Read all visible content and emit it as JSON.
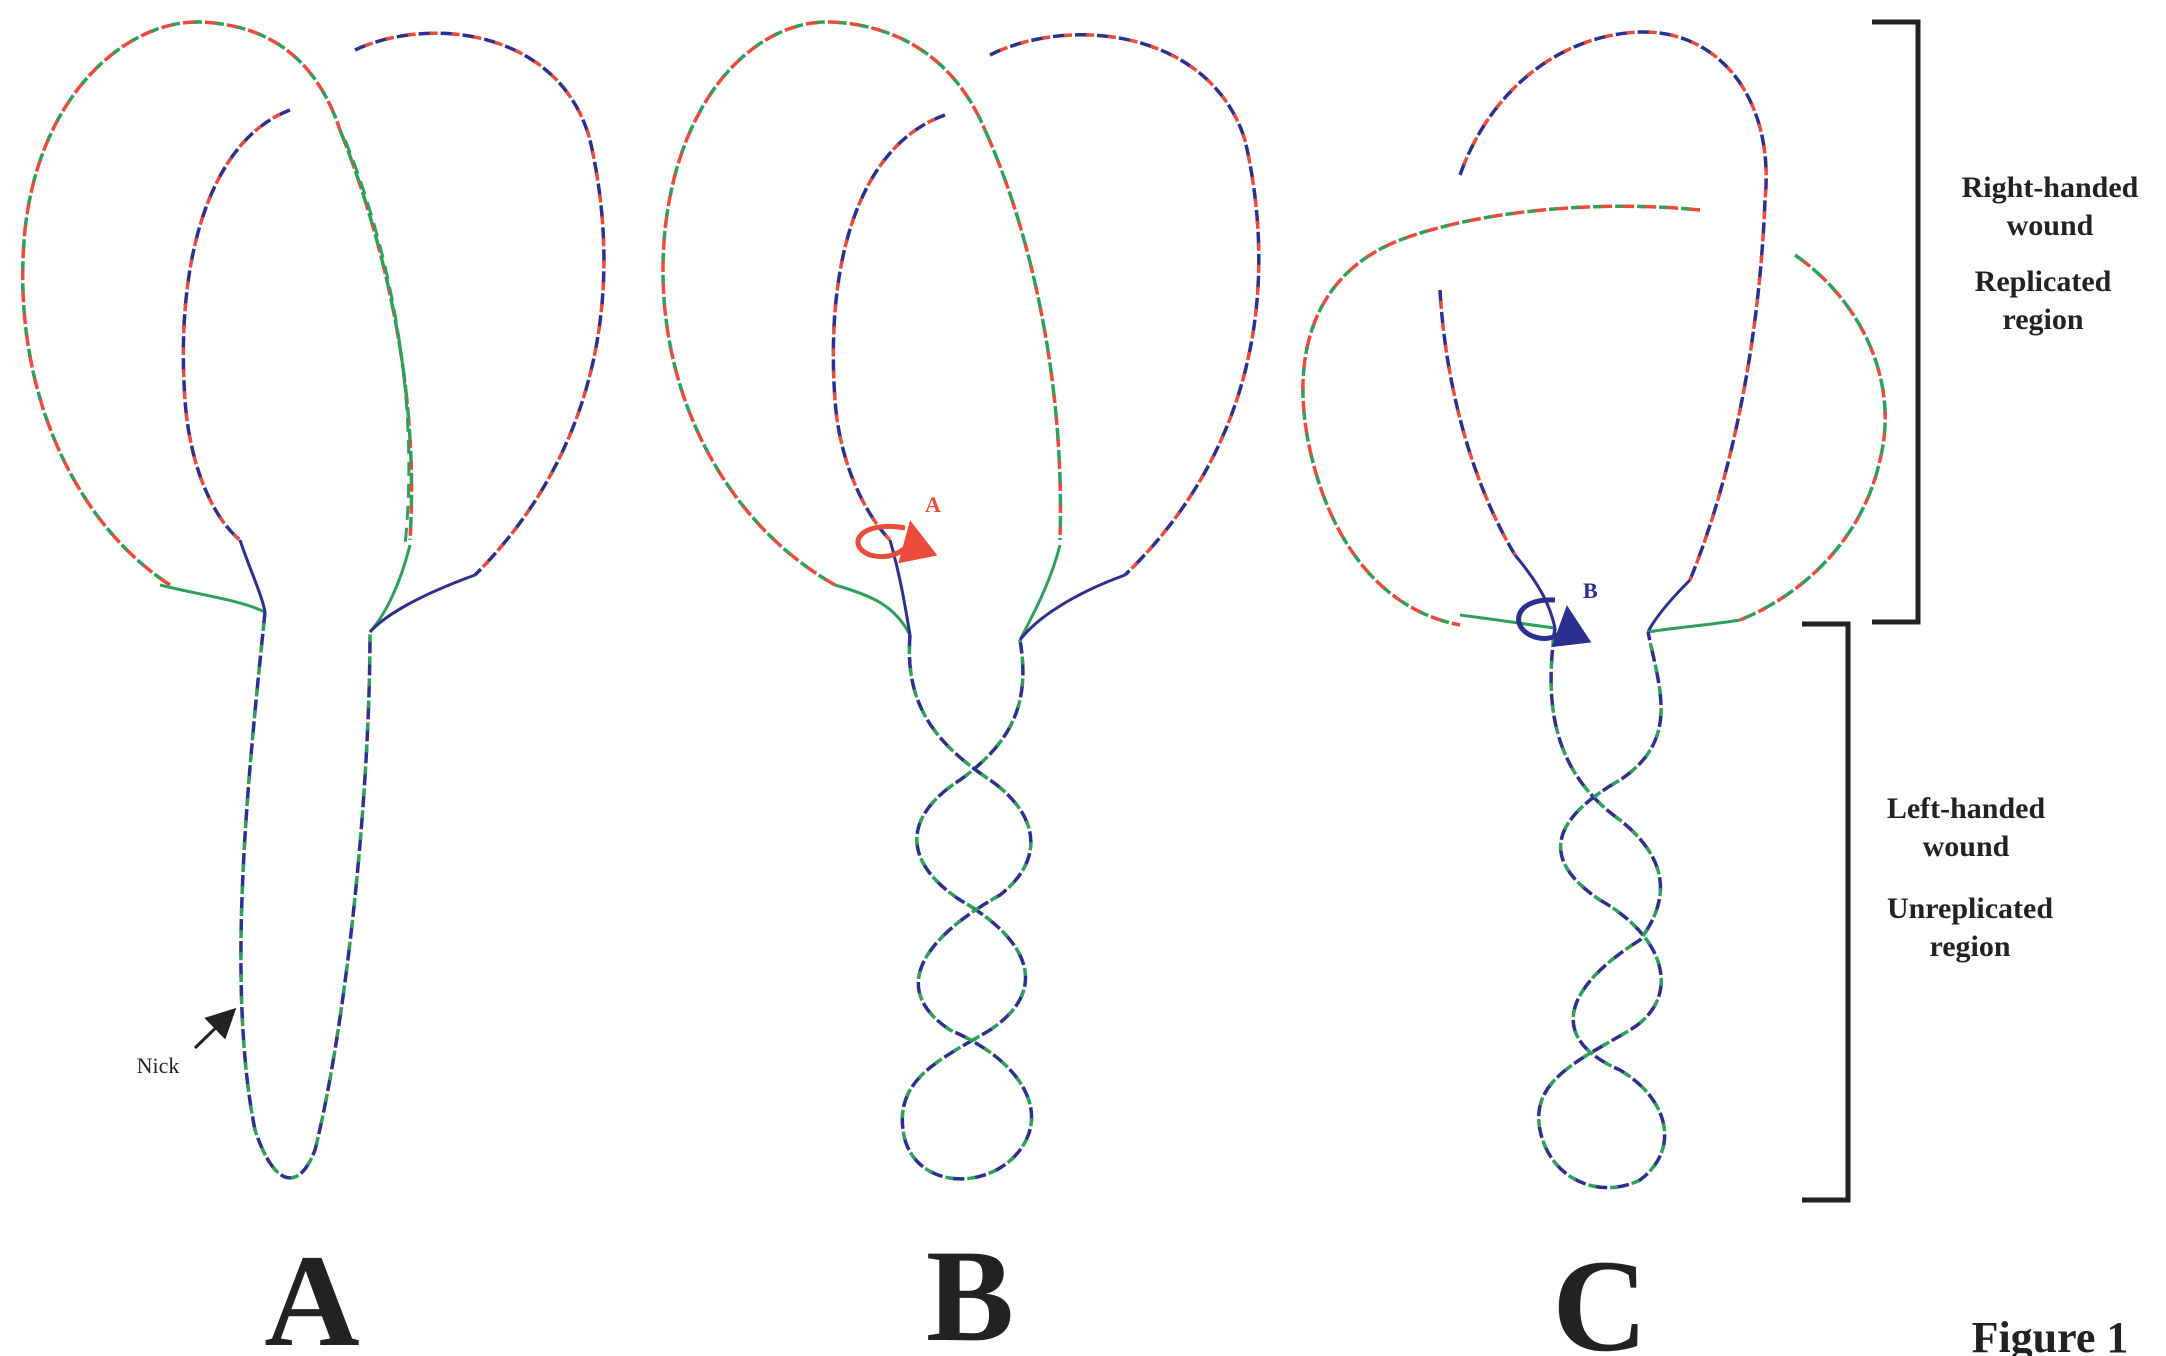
{
  "panels": {
    "a": "A",
    "b": "B",
    "c": "C"
  },
  "nick_label": "Nick",
  "rotation_labels": {
    "a": "A",
    "b": "B"
  },
  "brackets": {
    "replicated": {
      "line1": "Right-handed",
      "line2": "wound",
      "line3": "Replicated",
      "line4": "region"
    },
    "unreplicated": {
      "line1": "Left-handed",
      "line2": "wound",
      "line3": "Unreplicated",
      "line4": "region"
    }
  },
  "figure_label": "Figure 1",
  "colors": {
    "red": "#ec4a3a",
    "green": "#2fa05a",
    "blue": "#2b2f8f",
    "black": "#222222"
  }
}
